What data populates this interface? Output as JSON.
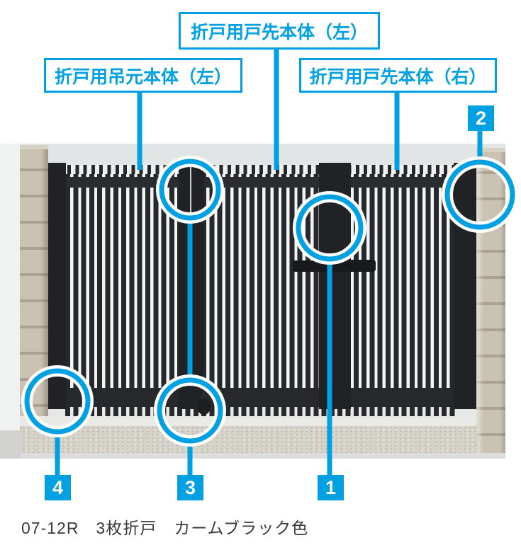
{
  "accent_color": "#00A0E2",
  "labels": [
    {
      "id": "door-end-left",
      "text": "折戸用戸先本体（左）"
    },
    {
      "id": "hinge-side-left",
      "text": "折戸用吊元本体（左）"
    },
    {
      "id": "door-end-right",
      "text": "折戸用戸先本体（右）"
    }
  ],
  "markers": [
    {
      "value": "1"
    },
    {
      "value": "2"
    },
    {
      "value": "3"
    },
    {
      "value": "4"
    }
  ],
  "caption": {
    "text": "07-12R　3枚折戸　カームブラック色"
  },
  "photo_colors": {
    "gate_bar": "#26282B",
    "pillar_stone": "#C8C1B2",
    "wall": "#E5E8E8",
    "gravel": "#D6D3CA"
  }
}
